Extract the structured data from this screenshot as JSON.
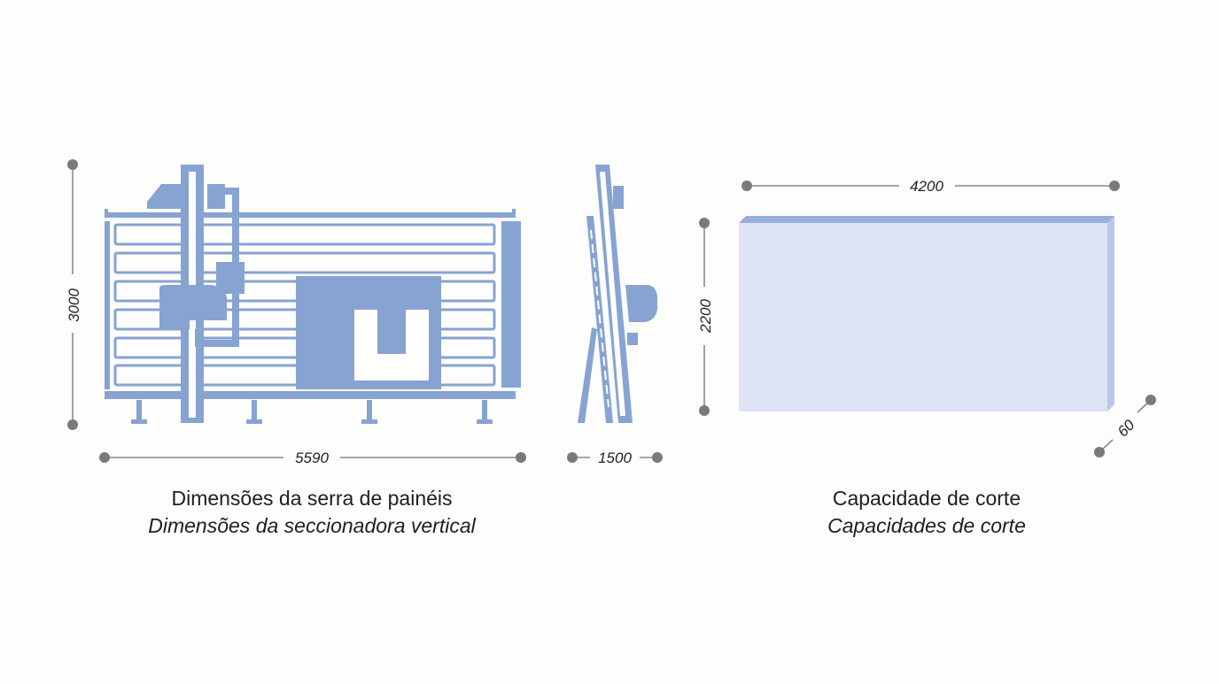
{
  "machine": {
    "height_label": "3000",
    "width_label": "5590",
    "depth_label": "1500",
    "caption_main": "Dimensões da serra de painéis",
    "caption_sub": "Dimensões da seccionadora vertical"
  },
  "panel": {
    "length_label": "4200",
    "height_label": "2200",
    "thickness_label": "60",
    "caption_main": "Capacidade de corte",
    "caption_sub": "Capacidades de corte"
  },
  "colors": {
    "machine_blue": "#87a3d2",
    "panel_face": "#dde3f3",
    "panel_edge": "#98aedc",
    "dimension_dot": "#7a7a7a",
    "dimension_line": "#8a8a8a"
  }
}
